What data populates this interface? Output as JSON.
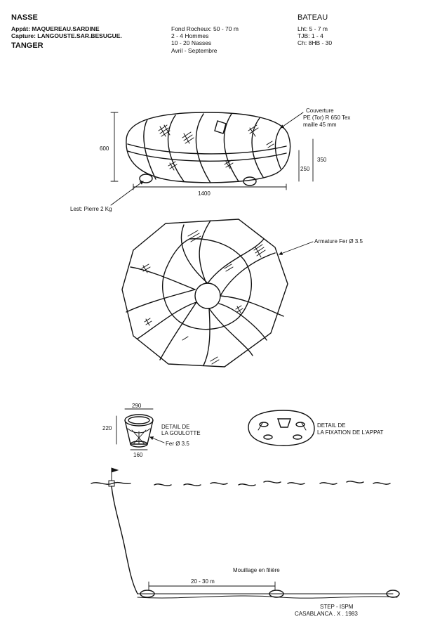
{
  "header": {
    "title": "NASSE",
    "appat": "Appât: MAQUEREAU.SARDINE",
    "capture": "Capture: LANGOUSTE.SAR.BESUGUE.",
    "port": "TANGER",
    "operation": [
      "Fond Rocheux: 50 - 70 m",
      "2 - 4 Hommes",
      "10 - 20 Nasses",
      "Avril - Septembre"
    ],
    "boat_title": "BATEAU",
    "boat": [
      "Lht: 5 - 7 m",
      "TJB: 1 - 4",
      "Ch: 8HB - 30"
    ]
  },
  "trap_side": {
    "dim_height": "600",
    "dim_length": "1400",
    "dim_350": "350",
    "dim_250": "250",
    "cover_label": [
      "Couverture",
      "PE (Tor) R 650 Tex",
      "maille 45 mm"
    ],
    "ballast_label": "Lest: Pierre 2 Kg"
  },
  "trap_top": {
    "frame_label": "Armature Fer Ø 3.5"
  },
  "goulotte": {
    "dim_top": "290",
    "dim_height": "220",
    "dim_bottom": "160",
    "label": [
      "DETAIL DE",
      "LA GOULOTTE"
    ],
    "material": "Fer Ø 3.5"
  },
  "bait_detail": {
    "label": [
      "DETAIL DE",
      "LA FIXATION DE L'APPAT"
    ]
  },
  "mooring": {
    "label": "Mouillage en filière",
    "spacing": "20 - 30 m"
  },
  "credit": {
    "line1": "STEP - ISPM",
    "line2": "CASABLANCA . X . 1983"
  }
}
